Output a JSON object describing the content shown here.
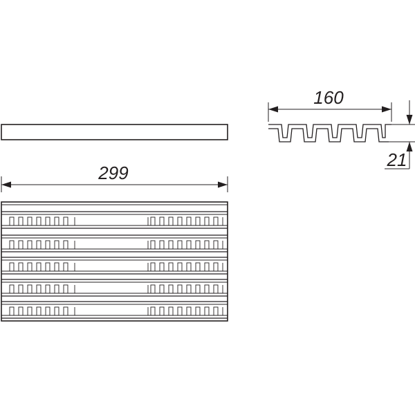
{
  "drawing": {
    "dimensions": {
      "overall_length": "299",
      "profile_width": "160",
      "profile_height": "21"
    },
    "line_color": "#231f20",
    "background": "#ffffff"
  }
}
